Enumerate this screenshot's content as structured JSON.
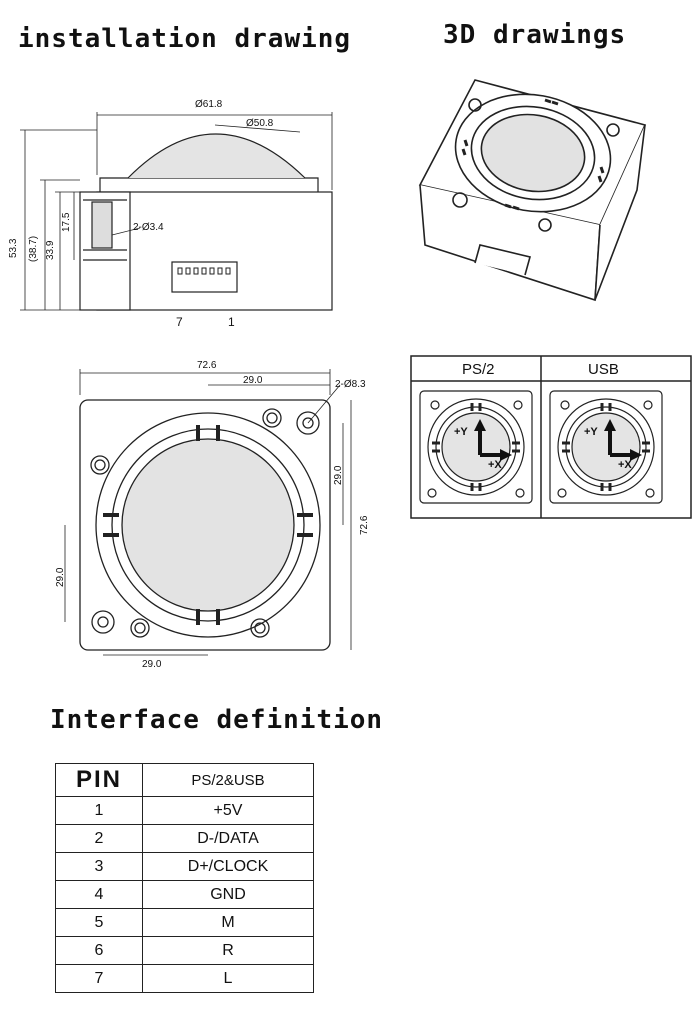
{
  "headings": {
    "installation": "installation drawing",
    "drawings3d": "3D drawings",
    "interface": "Interface definition"
  },
  "side_view": {
    "dims": {
      "top_width": "Ø61.8",
      "ball_dia": "Ø50.8",
      "hole": "2-Ø3.4",
      "h_total": "53.3",
      "h_sub": "(38.7)",
      "h_mid": "33.9",
      "h_small": "17.5"
    },
    "pins": {
      "left": "7",
      "right": "1"
    }
  },
  "top_view": {
    "dims": {
      "width": "72.6",
      "spacing_top": "29.0",
      "hole": "2-Ø8.3",
      "spacing_right": "29.0",
      "height": "72.6",
      "spacing_left": "29.0",
      "spacing_bottom": "29.0"
    }
  },
  "orientation": {
    "headers": [
      "PS/2",
      "USB"
    ],
    "axes": {
      "y": "+Y",
      "x": "+X"
    }
  },
  "interface_table": {
    "headers": [
      "PIN",
      "PS/2&USB"
    ],
    "rows": [
      [
        "1",
        "+5V"
      ],
      [
        "2",
        "D-/DATA"
      ],
      [
        "3",
        "D+/CLOCK"
      ],
      [
        "4",
        "GND"
      ],
      [
        "5",
        "M"
      ],
      [
        "6",
        "R"
      ],
      [
        "7",
        "L"
      ]
    ]
  }
}
